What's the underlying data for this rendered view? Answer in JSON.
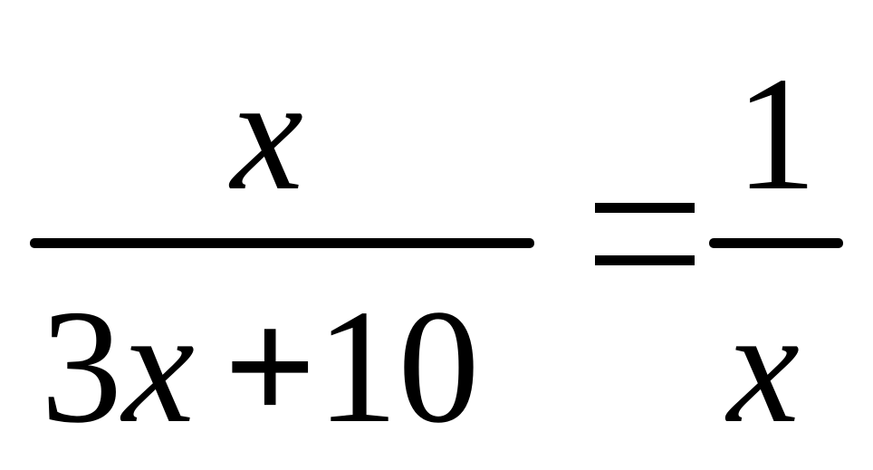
{
  "equation": {
    "left_fraction": {
      "numerator": "x",
      "denominator": {
        "coefficient": "3",
        "variable": "x",
        "operator": "+",
        "constant": "10"
      }
    },
    "relation": "=",
    "right_fraction": {
      "numerator": "1",
      "denominator": "x"
    }
  }
}
